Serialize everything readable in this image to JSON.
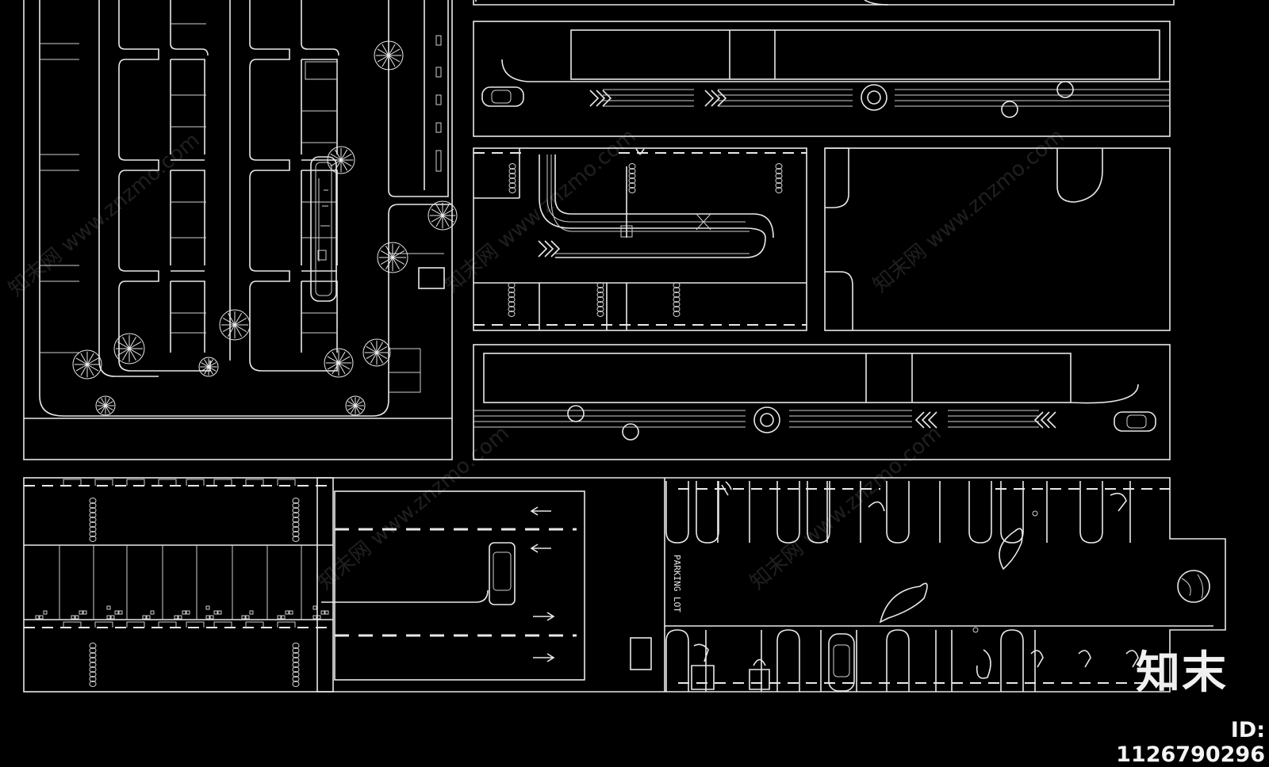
{
  "drawing": {
    "background": "#000000",
    "line_color": "#e8e8e8",
    "vertical_label": "PARKING LOT",
    "brand_mark": "知末",
    "id_text": "ID: 1126790296",
    "watermark_text": "知末网 www.znzmo.com"
  }
}
